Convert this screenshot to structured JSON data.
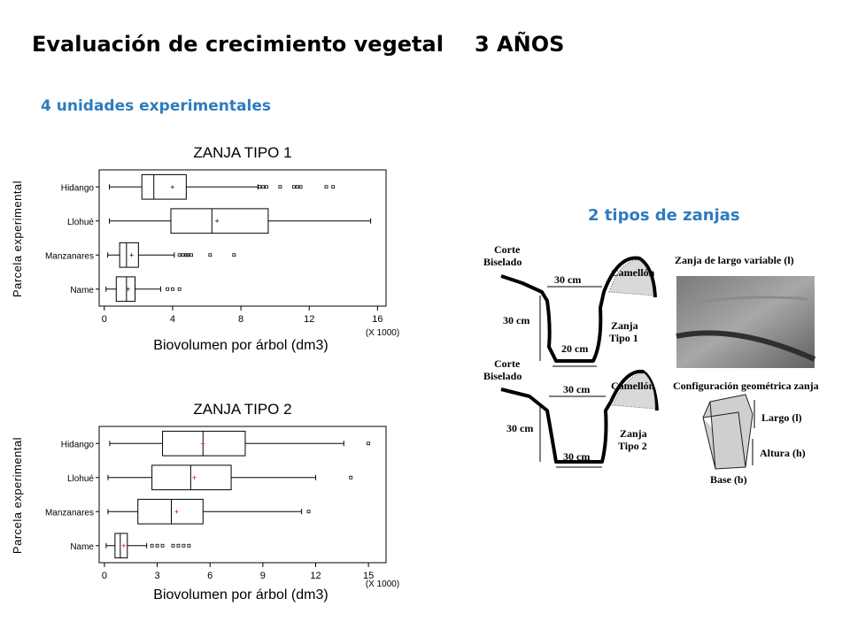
{
  "header": {
    "title": "Evaluación de crecimiento vegetal",
    "years": "3 AÑOS",
    "units": "4 unidades experimentales",
    "trench_types": "2 tipos de zanjas"
  },
  "chart_data": [
    {
      "type": "boxplot",
      "title": "ZANJA TIPO 1",
      "xlabel": "Biovolumen por árbol (dm3)",
      "ylabel": "Parcela experimental",
      "x_multiplier": "(X 1000)",
      "xlim": [
        -0.3,
        16.5
      ],
      "xticks": [
        0,
        4,
        8,
        12,
        16
      ],
      "categories": [
        "Hidango",
        "Llohué",
        "Manzanares",
        "Name"
      ],
      "series": [
        {
          "min": 0.3,
          "q1": 2.2,
          "median": 2.9,
          "q3": 4.8,
          "max": 9.0,
          "mean": 4.0,
          "outliers": [
            9.1,
            9.3,
            9.5,
            10.3,
            11.1,
            11.3,
            11.5,
            13.0,
            13.4
          ]
        },
        {
          "min": 0.3,
          "q1": 3.9,
          "median": 6.3,
          "q3": 9.6,
          "max": 15.6,
          "mean": 6.6,
          "outliers": []
        },
        {
          "min": 0.2,
          "q1": 0.9,
          "median": 1.3,
          "q3": 2.0,
          "max": 4.1,
          "mean": 1.6,
          "outliers": [
            4.4,
            4.6,
            4.8,
            4.9,
            5.1,
            6.2,
            7.6
          ]
        },
        {
          "min": 0.1,
          "q1": 0.7,
          "median": 1.3,
          "q3": 1.8,
          "max": 3.3,
          "mean": 1.4,
          "outliers": [
            3.7,
            4.0,
            4.4
          ]
        }
      ]
    },
    {
      "type": "boxplot",
      "title": "ZANJA TIPO 2",
      "xlabel": "Biovolumen por árbol (dm3)",
      "ylabel": "Parcela experimental",
      "x_multiplier": "(X 1000)",
      "xlim": [
        -0.3,
        16.0
      ],
      "xticks": [
        0,
        3,
        6,
        9,
        12,
        15
      ],
      "categories": [
        "Hidango",
        "Llohué",
        "Manzanares",
        "Name"
      ],
      "series": [
        {
          "min": 0.3,
          "q1": 3.3,
          "median": 5.6,
          "q3": 8.0,
          "max": 13.6,
          "mean": 5.6,
          "outliers": [
            15.0
          ]
        },
        {
          "min": 0.2,
          "q1": 2.7,
          "median": 4.9,
          "q3": 7.2,
          "max": 12.0,
          "mean": 5.1,
          "outliers": [
            14.0
          ]
        },
        {
          "min": 0.2,
          "q1": 1.9,
          "median": 3.8,
          "q3": 5.6,
          "max": 11.2,
          "mean": 4.1,
          "outliers": [
            11.6
          ]
        },
        {
          "min": 0.1,
          "q1": 0.6,
          "median": 0.9,
          "q3": 1.3,
          "max": 2.4,
          "mean": 1.1,
          "outliers": [
            2.7,
            3.0,
            3.3,
            3.9,
            4.2,
            4.5,
            4.8
          ]
        }
      ]
    }
  ],
  "schematic": {
    "corte": [
      "Corte",
      "Biselado"
    ],
    "camellon": "Camellón",
    "width_top": "30 cm",
    "depth": "30 cm",
    "base1": "20 cm",
    "base2": "30 cm",
    "tipo1": [
      "Zanja",
      "Tipo 1"
    ],
    "tipo2": [
      "Zanja",
      "Tipo 2"
    ],
    "photo_caption": "Zanja de largo variable (l)",
    "geom_caption": "Configuración geométrica zanja",
    "largo": "Largo (l)",
    "altura": "Altura (h)",
    "base": "Base (b)"
  }
}
